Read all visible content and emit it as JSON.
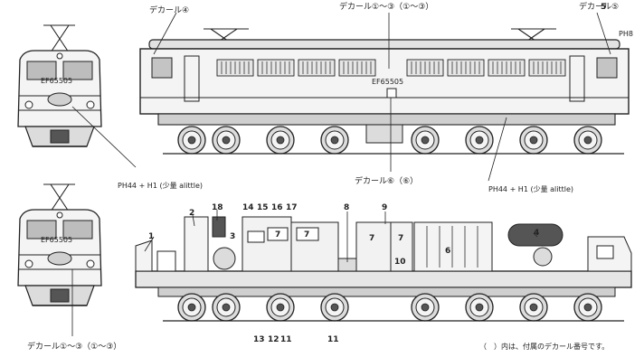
{
  "labels": {
    "decal_4": "デカール④",
    "decal_1_3_top": "デカール①～③（①～③）",
    "decal_5": "デカール⑤",
    "ph8": "PH8",
    "engine_no_top_front": "EF65505",
    "engine_no_side": "EF65505",
    "engine_no_bottom_front": "EF65505",
    "decal_6": "デカール⑥（⑥）",
    "paint_left": "PH44 + H1 (少量 alittle)",
    "paint_right": "PH44 + H1 (少量 alittle)",
    "decal_1_3_bottom": "デカール①～③（①～③）",
    "footnote": "（　）内は、付属のデカール番号です。"
  },
  "parts": {
    "n1": "1",
    "n2": "2",
    "n3": "3",
    "n4": "4",
    "n5": "5",
    "n6": "6",
    "n7a": "7",
    "n7b": "7",
    "n7c": "7",
    "n7d": "7",
    "n8": "8",
    "n9": "9",
    "n10": "10",
    "n11a": "11",
    "n11b": "11",
    "n12": "12",
    "n13": "13",
    "n14": "14",
    "n15": "15",
    "n16": "16",
    "n17": "17",
    "n18": "18"
  },
  "colors": {
    "line": "#222222",
    "body": "#f4f4f4",
    "shade": "#cfcfcf",
    "dark": "#555555"
  }
}
